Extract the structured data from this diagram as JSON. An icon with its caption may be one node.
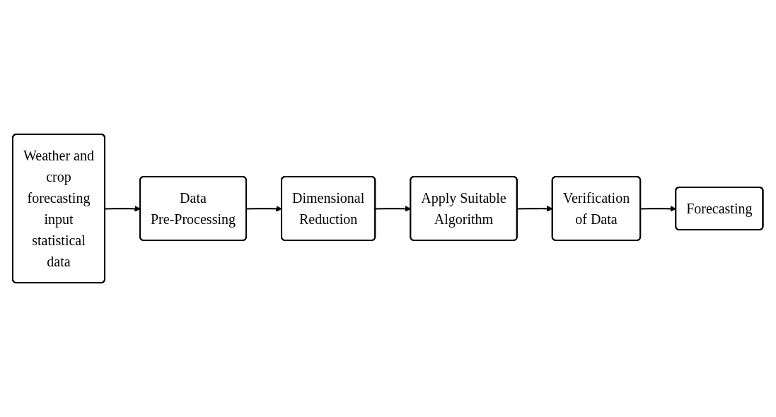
{
  "diagram": {
    "nodes": [
      {
        "text": [
          "Weather and crop forecasting input statistical data"
        ]
      },
      {
        "text": [
          "Data Pre-Processing"
        ]
      },
      {
        "text": [
          "Dimensional Reduction"
        ]
      },
      {
        "text": [
          "Apply Suitable Algorithm"
        ]
      },
      {
        "text": [
          "Verification of Data"
        ]
      },
      {
        "text": [
          "Forecasting"
        ]
      }
    ],
    "edges": [
      {
        "from": 0,
        "to": 1,
        "arrow": "to"
      },
      {
        "from": 1,
        "to": 2,
        "arrow": "to"
      },
      {
        "from": 2,
        "to": 3,
        "arrow": "to"
      },
      {
        "from": 3,
        "to": 4,
        "arrow": "to"
      },
      {
        "from": 4,
        "to": 5,
        "arrow": "to"
      }
    ]
  }
}
